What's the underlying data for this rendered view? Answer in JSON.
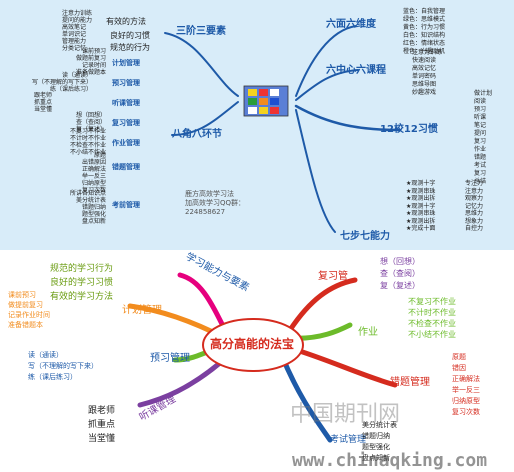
{
  "top": {
    "left_groups": {
      "sanjieduan": {
        "label": "三阶三要素",
        "branches": [
          {
            "label": "有效的方法",
            "items": [
              "注意力训练",
              "提问的能力",
              "高效笔记",
              "单词识记",
              "管理能力",
              "分类记忆"
            ]
          },
          {
            "label": "良好的习惯"
          },
          {
            "label": "规范的行为"
          }
        ]
      },
      "bajiao": {
        "label": "八角八环节",
        "branches": [
          {
            "label": "计划管理",
            "items": [
              "课前预习",
              "做题前复习",
              "记录时间",
              "准备做题本"
            ]
          },
          {
            "label": "预习管理",
            "items": [
              "读（通读）",
              "写（不理解的写下来）",
              "练（课后练习）"
            ]
          },
          {
            "label": "听课管理",
            "items": [
              "跟老师",
              "抓重点",
              "当堂懂"
            ]
          },
          {
            "label": "复习管理",
            "items": [
              "想（回想）",
              "查（查阅）",
              "复（复述）"
            ]
          },
          {
            "label": "作业管理",
            "items": [
              "不复习不作业",
              "不计时不作业",
              "不检查不作业",
              "不小结不作业"
            ]
          },
          {
            "label": "错题管理",
            "items": [
              "原题",
              "出错原因",
              "正确解法",
              "举一反三",
              "归纳原型",
              "复习次数"
            ]
          },
          {
            "label": "考前管理",
            "items": [
              "所讲各知识点",
              "美分统计表",
              "错题归纳",
              "题型强化",
              "盘点知新"
            ]
          }
        ]
      }
    },
    "right_groups": {
      "liumian": {
        "label": "六面六维度",
        "items": [
          "蓝色：自我管理",
          "绿色：思维模式",
          "黄色：行为习惯",
          "白色：知识结构",
          "红色：情绪状态",
          "橙色：兴趣动机"
        ]
      },
      "liuzhongxin": {
        "label": "六中心六课程",
        "items": [
          "注意力训练",
          "快速阅读",
          "高效记忆",
          "单词密码",
          "思维导图",
          "妙趣游戏"
        ]
      },
      "shier": {
        "label": "12校12习惯",
        "items": [
          "做计划",
          "阅读",
          "预习",
          "听课",
          "笔记",
          "提问",
          "复习",
          "作业",
          "错题",
          "考试",
          "复习",
          "总结"
        ]
      },
      "qibu": {
        "label": "七步七能力",
        "items": [
          "★观测十字",
          "★观测串珠",
          "★观测出拆",
          "★观测十字",
          "★观测串珠",
          "★观测出拆",
          "★完成十面"
        ],
        "values": [
          "专注力",
          "注意力",
          "观察力",
          "记忆力",
          "思维力",
          "想象力",
          "自控力"
        ]
      }
    },
    "watermark": [
      "鹿方高效学习法",
      "加高效学习QQ群：",
      "224858627"
    ]
  },
  "bottom": {
    "center": "高分高能的法宝",
    "xuexi": {
      "label": "学习能力与要素",
      "items": [
        "规范的学习行为",
        "良好的学习习惯",
        "有效的学习方法"
      ]
    },
    "jihua": {
      "label": "计划管理",
      "items": [
        "课前预习",
        "做提前复习",
        "记录作业时间",
        "准备错题本"
      ]
    },
    "yuxi": {
      "label": "预习管理",
      "items": [
        "读（通读）",
        "写（不理解的写下来）",
        "练（课后练习）"
      ]
    },
    "tingke": {
      "label": "听课管理",
      "items": [
        "跟老师",
        "抓重点",
        "当堂懂"
      ]
    },
    "fuxi": {
      "label": "复习管",
      "items": [
        "想（回想）",
        "查（查阅）",
        "复（复述）"
      ]
    },
    "zuoye": {
      "label": "作业",
      "items": [
        "不复习不作业",
        "不计时不作业",
        "不检查不作业",
        "不小结不作业"
      ]
    },
    "cuoti": {
      "label": "错题管理",
      "items": [
        "原题",
        "错因",
        "正确解法",
        "举一反三",
        "归纳原型",
        "复习次数"
      ]
    },
    "kaoshi": {
      "label": "考试管理",
      "items": [
        "美分统计表",
        "错题归纳",
        "题型强化",
        "盘点知新"
      ]
    },
    "watermark_cn": "中国期刊网",
    "watermark_url": "www.chinaqking.com"
  },
  "colors": {
    "top_bg": "#d8ecf9",
    "branch_blue": "#1e5aa8",
    "pink": "#e6007e",
    "green": "#6cbb2a",
    "orange": "#f28c1e",
    "purple": "#7b3fa0",
    "red": "#d52b1e"
  }
}
